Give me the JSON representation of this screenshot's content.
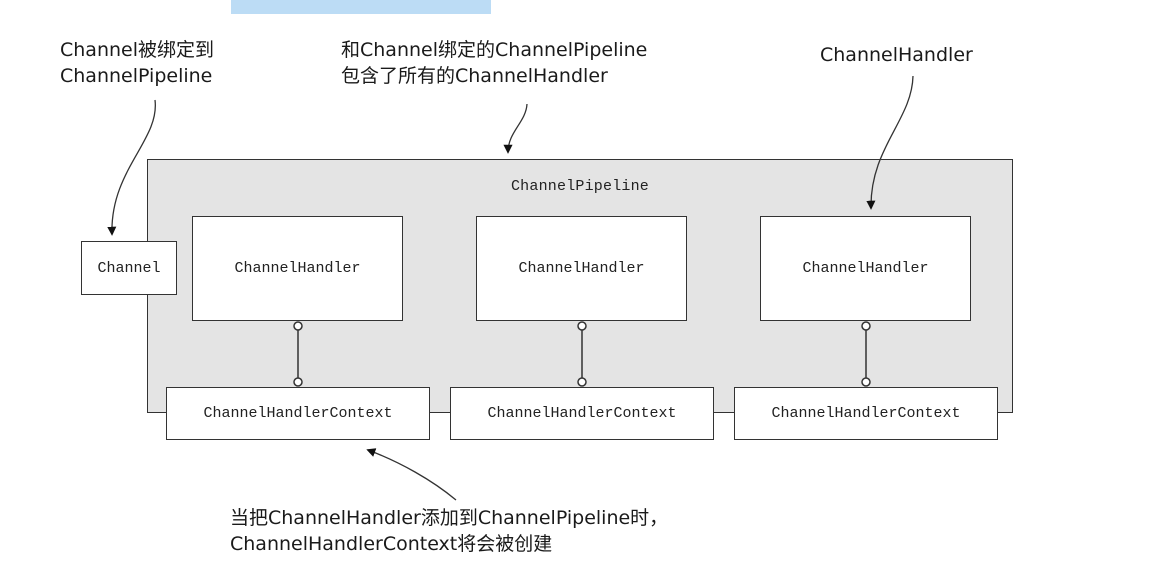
{
  "annotations": {
    "channel_binding": [
      "Channel被绑定到",
      "ChannelPipeline"
    ],
    "pipeline_contains": [
      "和Channel绑定的ChannelPipeline",
      "包含了所有的ChannelHandler"
    ],
    "handler": [
      "ChannelHandler"
    ],
    "context_created": [
      "当把ChannelHandler添加到ChannelPipeline时，",
      "ChannelHandlerContext将会被创建"
    ]
  },
  "pipeline": {
    "label": "ChannelPipeline"
  },
  "channel": {
    "label": "Channel"
  },
  "handlers": [
    {
      "label": "ChannelHandler",
      "context_label": "ChannelHandlerContext"
    },
    {
      "label": "ChannelHandler",
      "context_label": "ChannelHandlerContext"
    },
    {
      "label": "ChannelHandler",
      "context_label": "ChannelHandlerContext"
    }
  ],
  "colors": {
    "pipeline_fill": "#e4e4e4",
    "box_fill": "#ffffff",
    "stroke": "#333333",
    "top_band": "#bcdcf5"
  }
}
